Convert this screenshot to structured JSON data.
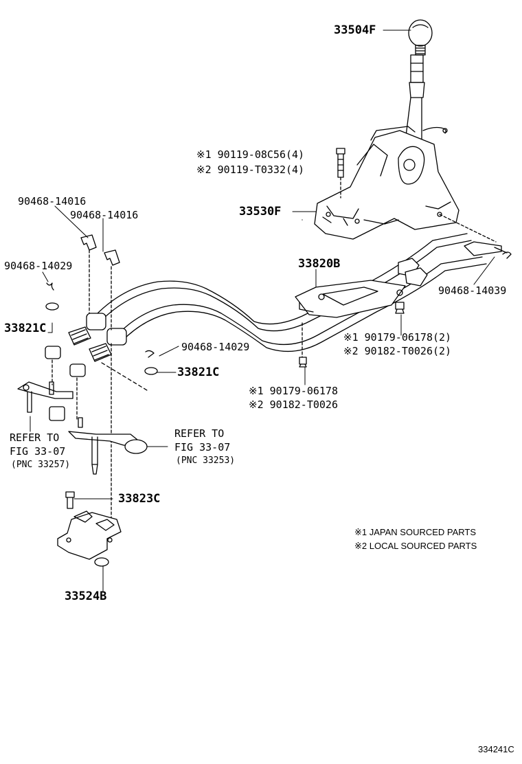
{
  "labels": {
    "knob": "33504F",
    "bolt_jp": "※1 90119-08C56(4)",
    "bolt_local": "※2 90119-T0332(4)",
    "shift_lever_housing": "33530F",
    "clip_a": "90468-14016",
    "clip_b": "90468-14016",
    "cable_assy": "33820B",
    "clip_right": "90468-14039",
    "pin_left": "90468-14029",
    "washer_left": "33821C",
    "pin_mid": "90468-14029",
    "washer_mid": "33821C",
    "nut_jp_2": "※1 90179-06178(2)",
    "nut_local_2": "※2 90182-T0026(2)",
    "nut_jp": "※1 90179-06178",
    "nut_local": "※2 90182-T0026",
    "refer_left_1": "REFER TO",
    "refer_left_2": "FIG 33-07",
    "refer_left_3": "(PNC 33257)",
    "refer_right_1": "REFER TO",
    "refer_right_2": "FIG 33-07",
    "refer_right_3": "(PNC 33253)",
    "bolt_bracket": "33823C",
    "bracket": "33524B",
    "note_1": "※1 JAPAN SOURCED PARTS",
    "note_2": "※2 LOCAL SOURCED PARTS",
    "figure_id": "334241C"
  },
  "colors": {
    "line": "#000000",
    "background": "#ffffff"
  }
}
